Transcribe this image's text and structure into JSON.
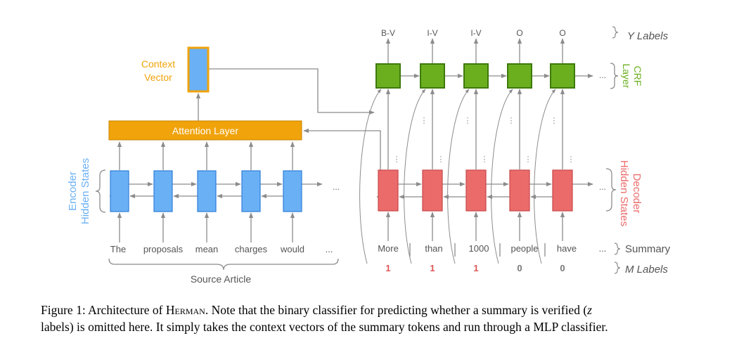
{
  "context_vector": {
    "line1": "Context",
    "line2": "Vector"
  },
  "attention_layer": "Attention Layer",
  "encoder_label": {
    "line1": "Encoder",
    "line2": "Hidden States"
  },
  "decoder_label": {
    "line1": "Decoder",
    "line2": "Hidden States"
  },
  "crf_label": {
    "line1": "CRF",
    "line2": "Layer"
  },
  "source_tokens": [
    "The",
    "proposals",
    "mean",
    "charges",
    "would",
    "..."
  ],
  "source_article": "Source Article",
  "summary_tokens": [
    "More",
    "than",
    "1000",
    "people",
    "have",
    "..."
  ],
  "y_labels": [
    "B-V",
    "I-V",
    "I-V",
    "O",
    "O"
  ],
  "m_labels": [
    "1",
    "1",
    "1",
    "0",
    "0"
  ],
  "legend": {
    "y": "Y Labels",
    "summary": "Summary",
    "m": "M Labels"
  },
  "ellipsis": "...",
  "vdots": "⋮",
  "colors": {
    "encoder": "#6AB0F5",
    "encoder_stroke": "#2F7ED8",
    "decoder": "#EB6B6B",
    "decoder_stroke": "#C84848",
    "crf": "#6BAF1F",
    "crf_stroke": "#3E7A0C",
    "attention": "#F0A30A",
    "m_positive": "#E05555",
    "m_negative": "#777777",
    "arrow": "#8C8C8C"
  },
  "caption": {
    "prefix": "Figure 1:  Architecture of ",
    "model": "Herman",
    "rest": ". Note that the binary classifier for predicting whether a summary is verified (",
    "z": "z",
    "line2": " labels) is omitted here. It simply takes the context vectors of the summary tokens and run through a MLP classifier."
  }
}
